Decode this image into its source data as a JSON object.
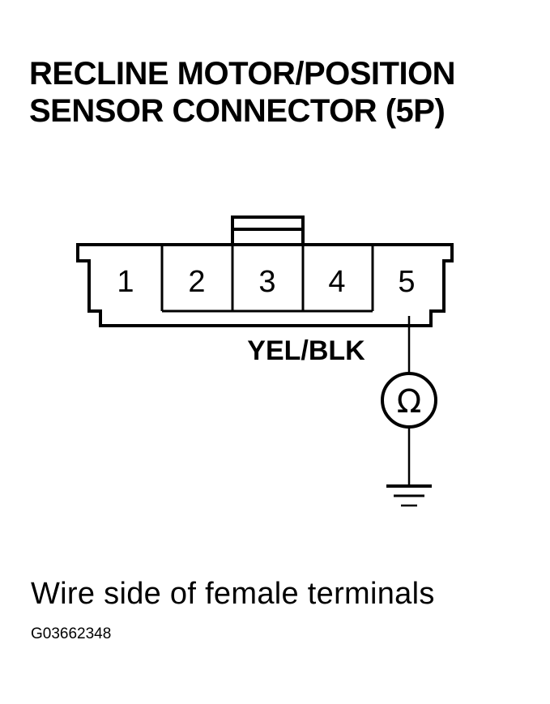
{
  "title": {
    "line1": "RECLINE MOTOR/POSITION",
    "line2": "SENSOR CONNECTOR (5P)"
  },
  "connector": {
    "pins": [
      "1",
      "2",
      "3",
      "4",
      "5"
    ],
    "probe_pin": "5"
  },
  "wire": {
    "color_label": "YEL/BLK"
  },
  "meter": {
    "symbol": "Ω",
    "icon": "ohmmeter-icon"
  },
  "ground": {
    "icon": "ground-icon"
  },
  "caption": "Wire side of female terminals",
  "figure_id": "G03662348"
}
